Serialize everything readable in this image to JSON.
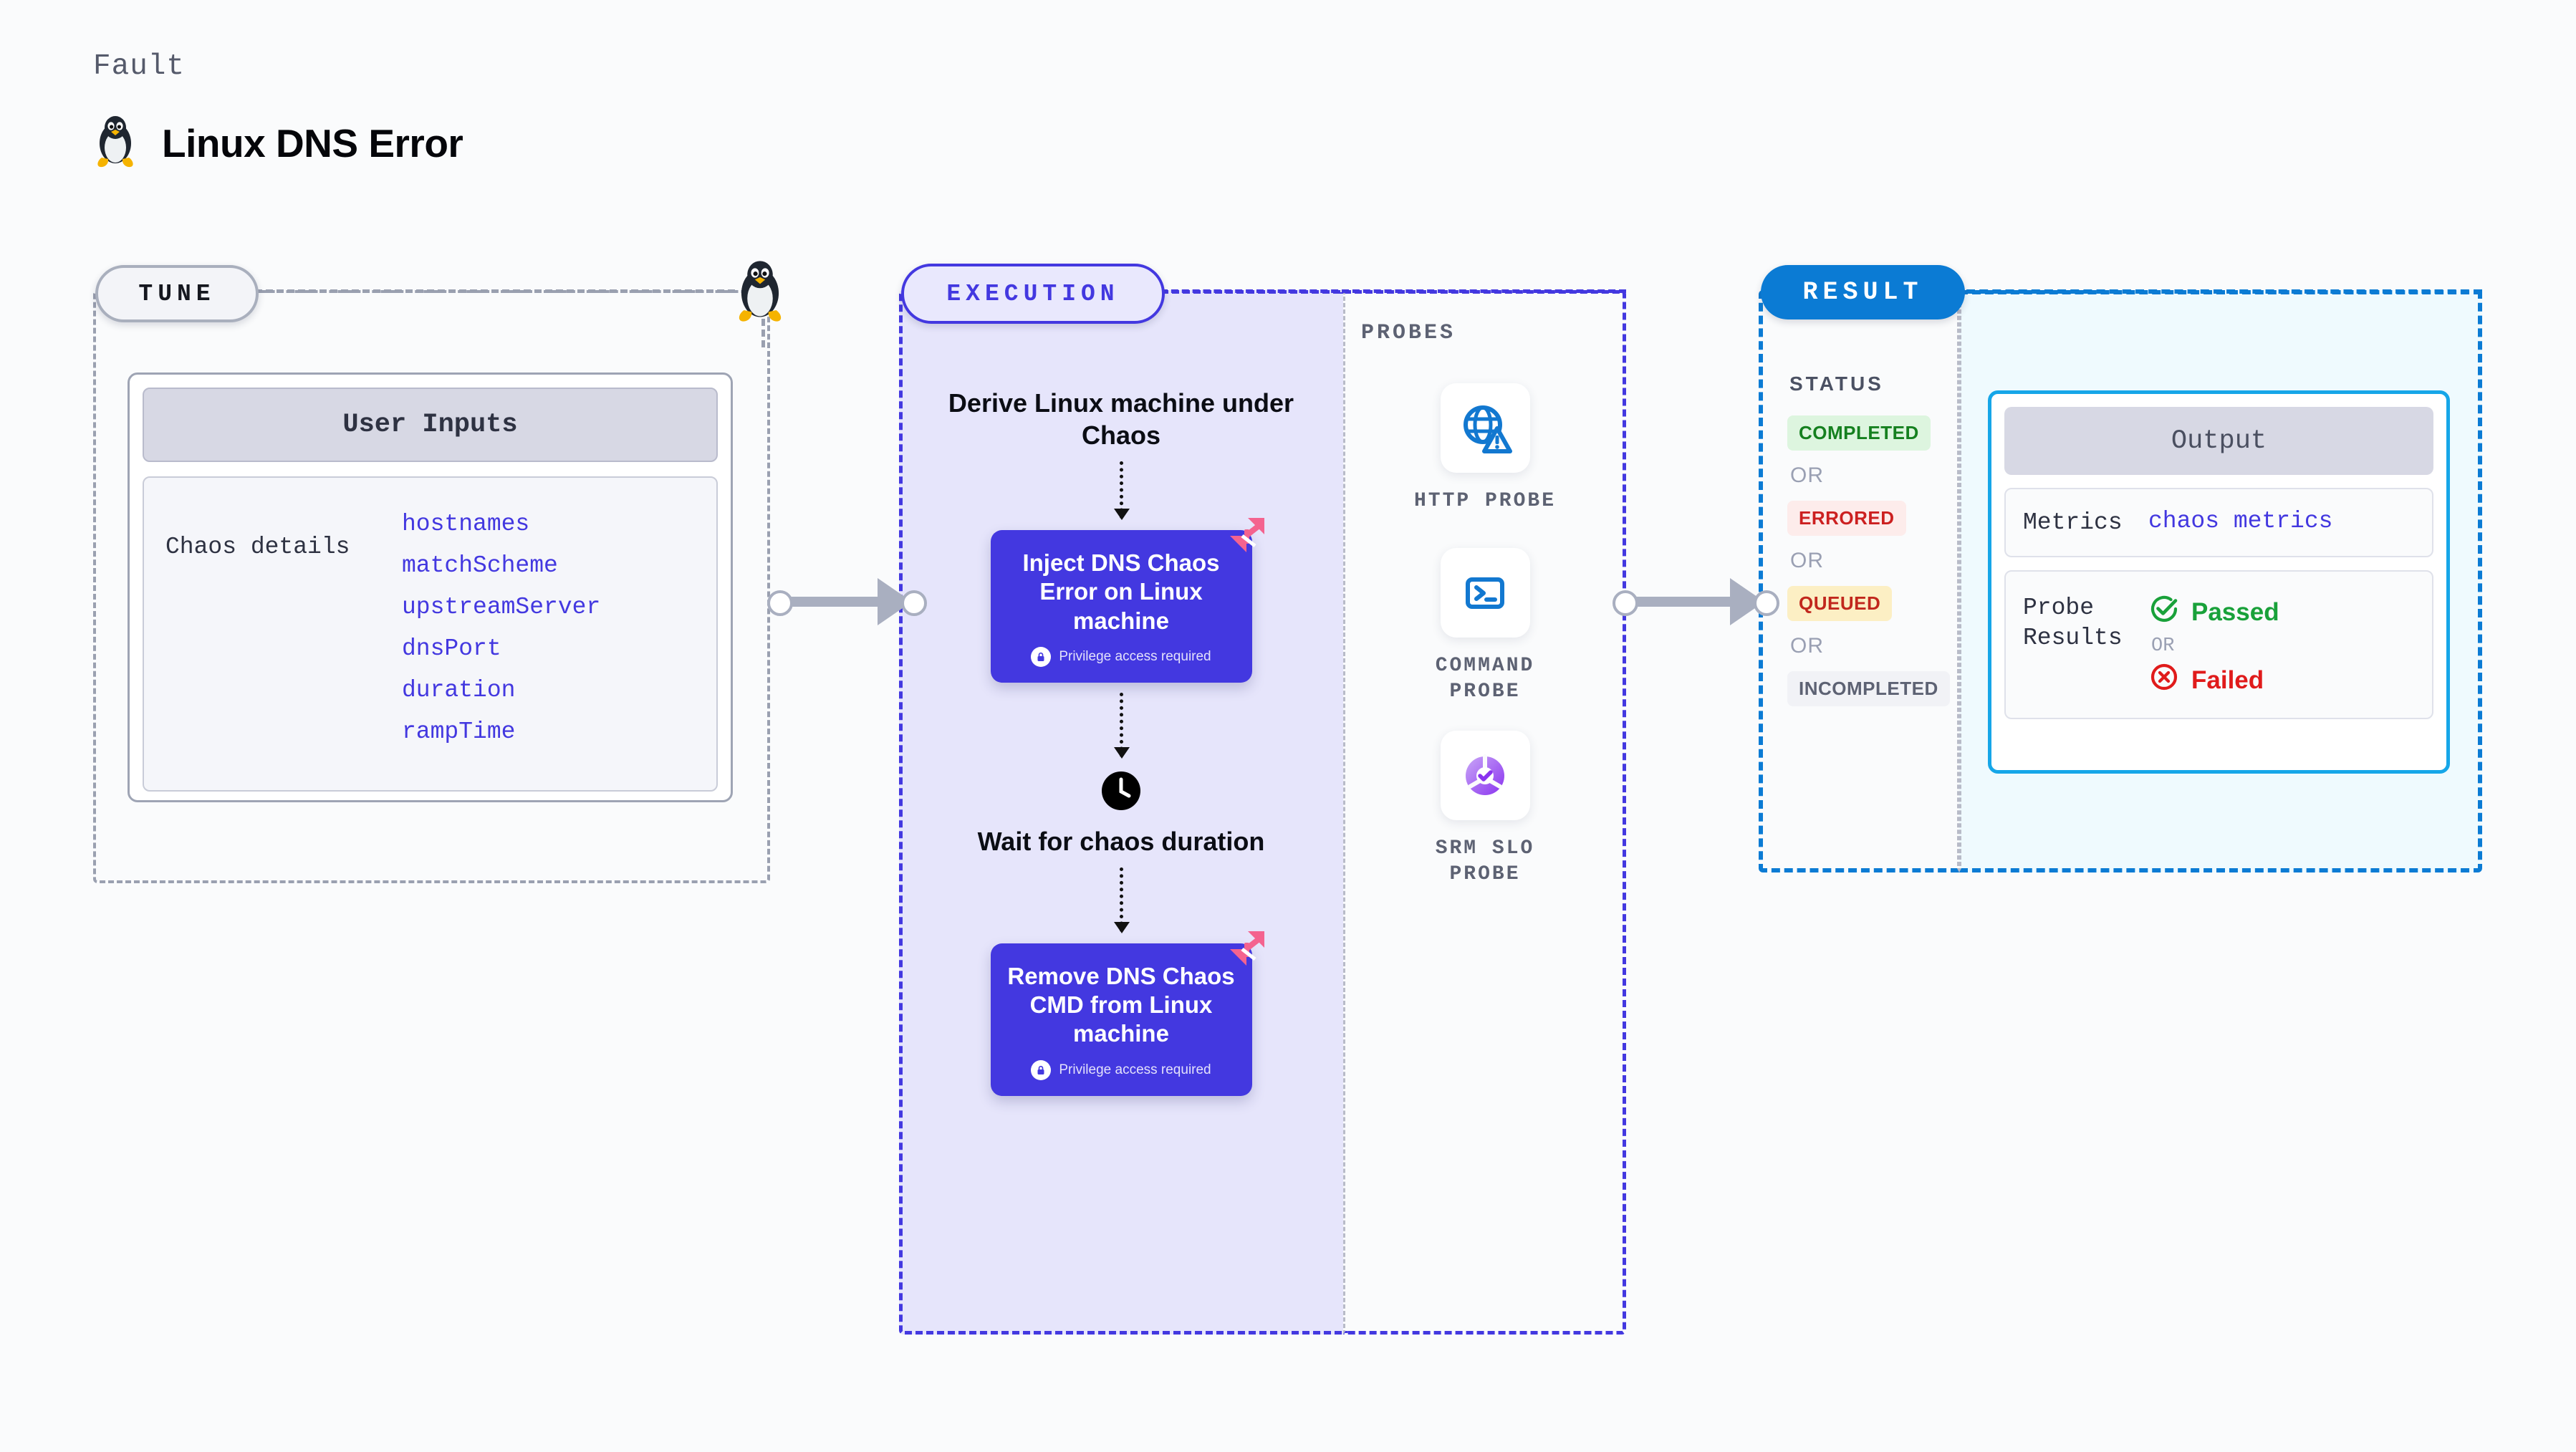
{
  "header": {
    "kicker": "Fault",
    "title": "Linux DNS Error",
    "icon": "linux-penguin-icon"
  },
  "tune": {
    "pill_label": "TUNE",
    "card_title": "User Inputs",
    "details_label": "Chaos details",
    "fields": [
      "hostnames",
      "matchScheme",
      "upstreamServer",
      "dnsPort",
      "duration",
      "rampTime"
    ]
  },
  "execution": {
    "pill_label": "EXECUTION",
    "step1_text": "Derive Linux machine under Chaos",
    "inject_card": {
      "title": "Inject DNS Chaos Error on Linux machine",
      "note": "Privilege access required",
      "badge_icon": "lock-icon",
      "corner_icon": "harness-logo-icon"
    },
    "wait_icon": "clock-icon",
    "wait_text": "Wait for chaos duration",
    "remove_card": {
      "title": "Remove DNS Chaos CMD from Linux machine",
      "note": "Privilege access required",
      "badge_icon": "lock-icon",
      "corner_icon": "harness-logo-icon"
    }
  },
  "probes": {
    "label": "PROBES",
    "items": [
      {
        "label": "HTTP PROBE",
        "icon": "globe-warning-icon"
      },
      {
        "label": "COMMAND PROBE",
        "icon": "terminal-icon"
      },
      {
        "label": "SRM SLO PROBE",
        "icon": "slo-donut-check-icon"
      }
    ]
  },
  "result": {
    "pill_label": "RESULT",
    "status_label": "STATUS",
    "or_label": "OR",
    "statuses": [
      {
        "label": "COMPLETED",
        "text_color": "#15801f",
        "bg_color": "#ddf5df"
      },
      {
        "label": "ERRORED",
        "text_color": "#cc2020",
        "bg_color": "#fdeceb"
      },
      {
        "label": "QUEUED",
        "text_color": "#c1271d",
        "bg_color": "#fcefc4"
      },
      {
        "label": "INCOMPLETED",
        "text_color": "#5d6273",
        "bg_color": "#f1f2f6"
      }
    ]
  },
  "output": {
    "card_title": "Output",
    "metrics_label": "Metrics",
    "metrics_value": "chaos metrics",
    "probe_results_label": "Probe Results",
    "passed_label": "Passed",
    "failed_label": "Failed",
    "or_label": "OR",
    "passed_icon": "check-circle-icon",
    "failed_icon": "x-circle-icon",
    "passed_color": "#19a13a",
    "failed_color": "#e01b1b"
  },
  "colors": {
    "tune_border": "#9aa0b0",
    "execution": "#4338e0",
    "result": "#0b7bd4",
    "output_border": "#16a6e8",
    "harness_pink": "#f4638f"
  }
}
